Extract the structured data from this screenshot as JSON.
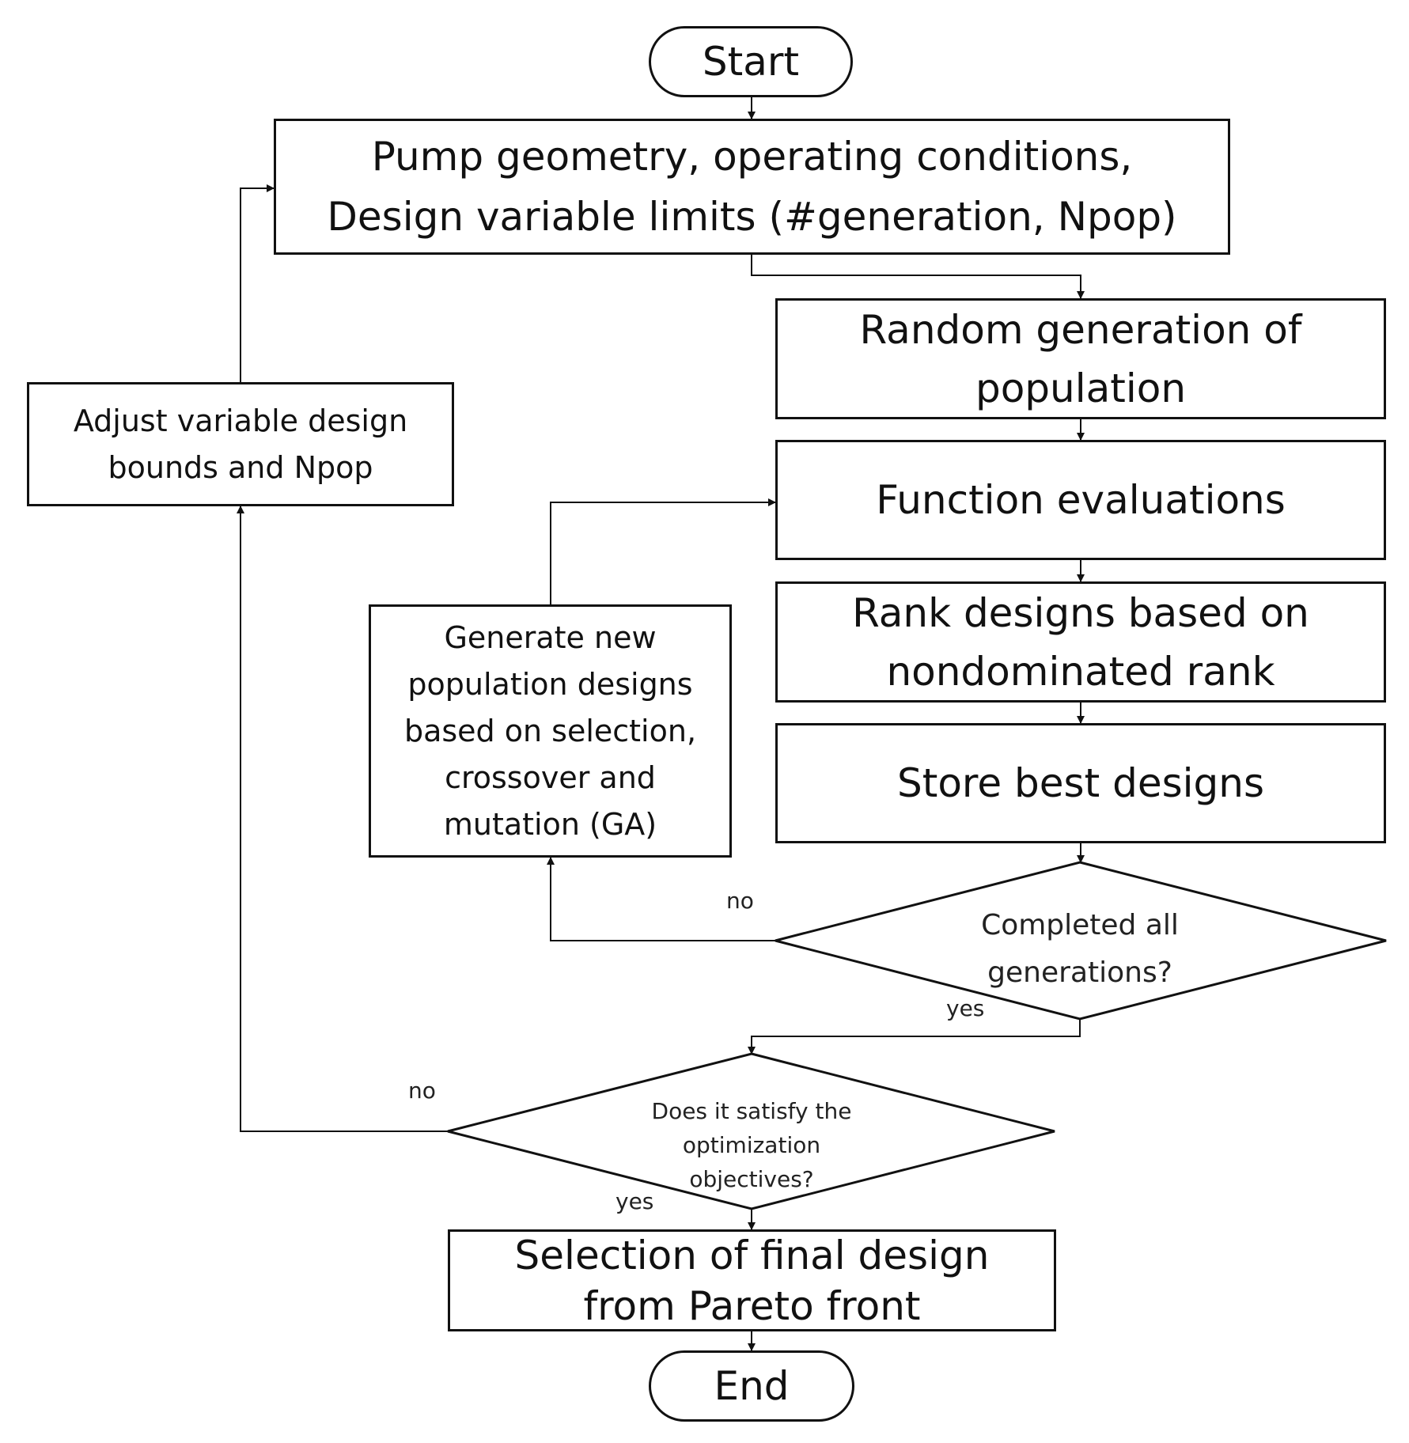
{
  "terminals": {
    "start": "Start",
    "end": "End"
  },
  "steps": {
    "inputs_line1": "Pump geometry, operating conditions,",
    "inputs_line2": "Design variable limits (#generation, Npop)",
    "random_line1": "Random generation of",
    "random_line2": "population",
    "function_eval": "Function evaluations",
    "rank_line1": "Rank designs based on",
    "rank_line2": "nondominated rank",
    "store": "Store best designs",
    "adjust_line1": "Adjust variable design",
    "adjust_line2": "bounds and Npop",
    "genpop_line1": "Generate new",
    "genpop_line2": "population designs",
    "genpop_line3": "based on selection,",
    "genpop_line4": "crossover and",
    "genpop_line5": "mutation (GA)",
    "final_line1": "Selection of final design",
    "final_line2": "from Pareto front"
  },
  "decisions": {
    "generations_line1": "Completed all",
    "generations_line2": "generations?",
    "objectives_line1": "Does it satisfy the",
    "objectives_line2": "optimization",
    "objectives_line3": "objectives?"
  },
  "edge_labels": {
    "gen_no": "no",
    "gen_yes": "yes",
    "obj_no": "no",
    "obj_yes": "yes"
  }
}
